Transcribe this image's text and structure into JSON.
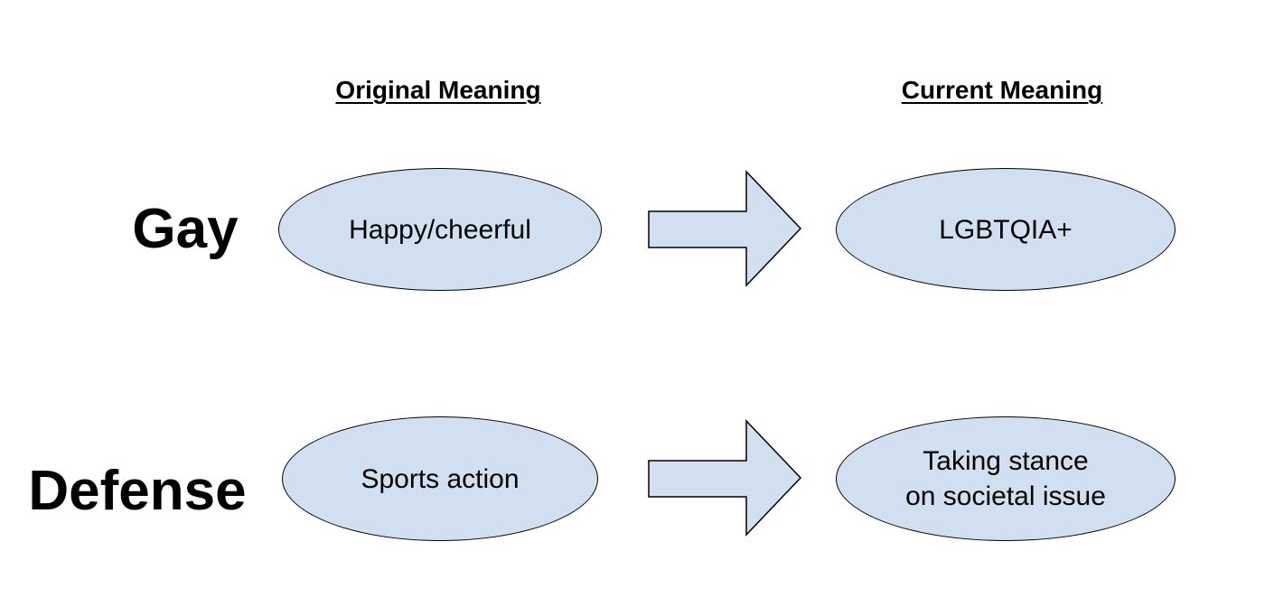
{
  "headers": {
    "original": "Original Meaning",
    "current": "Current Meaning"
  },
  "colors": {
    "shape_fill": "#d0e0f0",
    "shape_stroke": "#000000",
    "text": "#000000",
    "background": "#ffffff"
  },
  "rows": [
    {
      "term": "Gay",
      "original": "Happy/cheerful",
      "current": "LGBTQIA+"
    },
    {
      "term": "Defense",
      "original": "Sports action",
      "current_line1": "Taking stance",
      "current_line2": "on societal issue"
    }
  ]
}
